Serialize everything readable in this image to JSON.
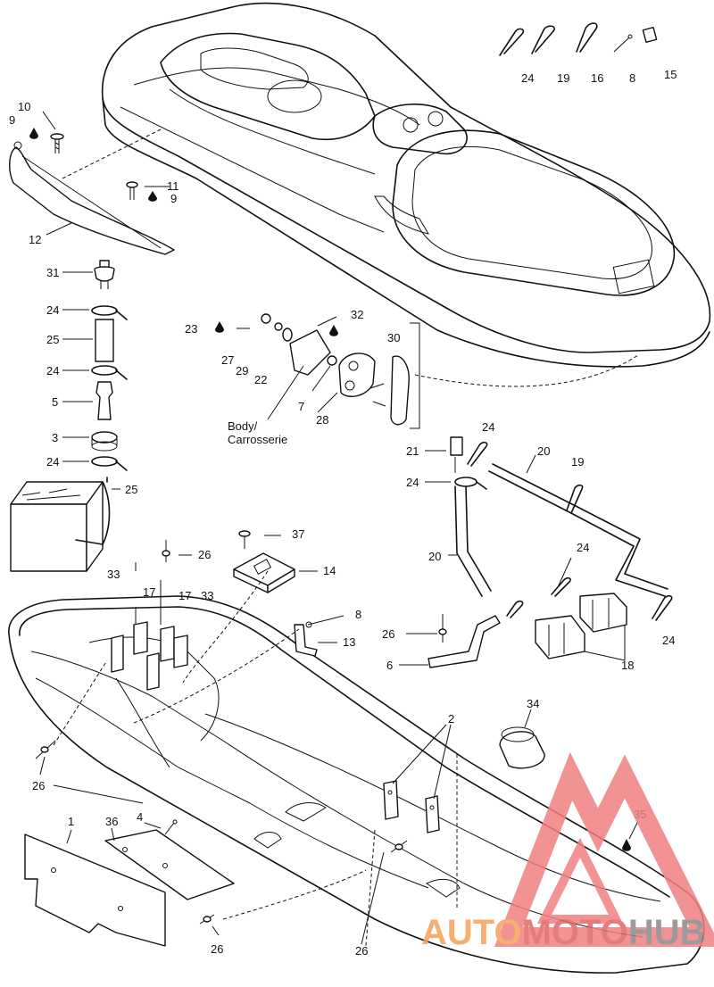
{
  "diagram": {
    "note_lines": [
      "Body/",
      "Carrosserie"
    ],
    "callouts": [
      "24",
      "19",
      "16",
      "8",
      "15",
      "10",
      "9",
      "11",
      "9",
      "12",
      "31",
      "24",
      "25",
      "24",
      "5",
      "3",
      "24",
      "25",
      "23",
      "27",
      "29",
      "22",
      "32",
      "30",
      "7",
      "28",
      "21",
      "24",
      "20",
      "19",
      "24",
      "20",
      "24",
      "24",
      "6",
      "18",
      "26",
      "26",
      "37",
      "14",
      "33",
      "17",
      "17",
      "33",
      "8",
      "13",
      "34",
      "2",
      "26",
      "35",
      "1",
      "36",
      "4",
      "26",
      "26"
    ],
    "callout_icons": {
      "5": "drop-icon",
      "7": "drop-icon",
      "18": "drop-icon",
      "24": "drop-icon"
    }
  },
  "watermark": {
    "brand_parts": [
      "AUTO",
      "MOTO",
      "HUB"
    ],
    "colors": {
      "triangle": "#f08080",
      "auto": "#f4a259",
      "moto": "#e06666",
      "hub": "#8a8a8a"
    }
  }
}
